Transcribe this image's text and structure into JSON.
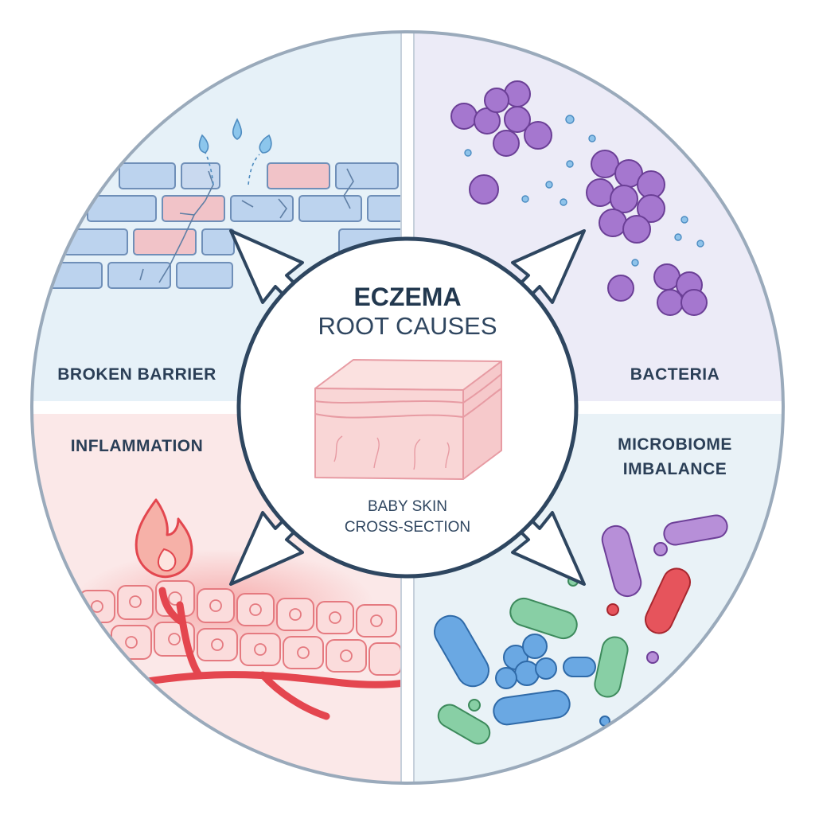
{
  "center": {
    "title": "ECZEMA",
    "subtitle": "ROOT CAUSES",
    "caption_line1": "BABY SKIN",
    "caption_line2": "CROSS-SECTION"
  },
  "quadrants": {
    "top_left": {
      "label": "BROKEN BARRIER"
    },
    "top_right": {
      "label": "BACTERIA"
    },
    "bottom_left": {
      "label": "INFLAMMATION"
    },
    "bottom_right": {
      "label_line1": "MICROBIOME",
      "label_line2": "IMBALANCE"
    }
  },
  "colors": {
    "outline": "#2e4660",
    "barrier_bg": "#e6f1f8",
    "bacteria_bg": "#ecebf7",
    "inflammation_bg": "#fbe8e8",
    "microbiome_bg": "#e9f2f7",
    "purple": "#9a6ac8",
    "red": "#e2535b",
    "blue": "#5b9edd",
    "green": "#7dc79a"
  }
}
